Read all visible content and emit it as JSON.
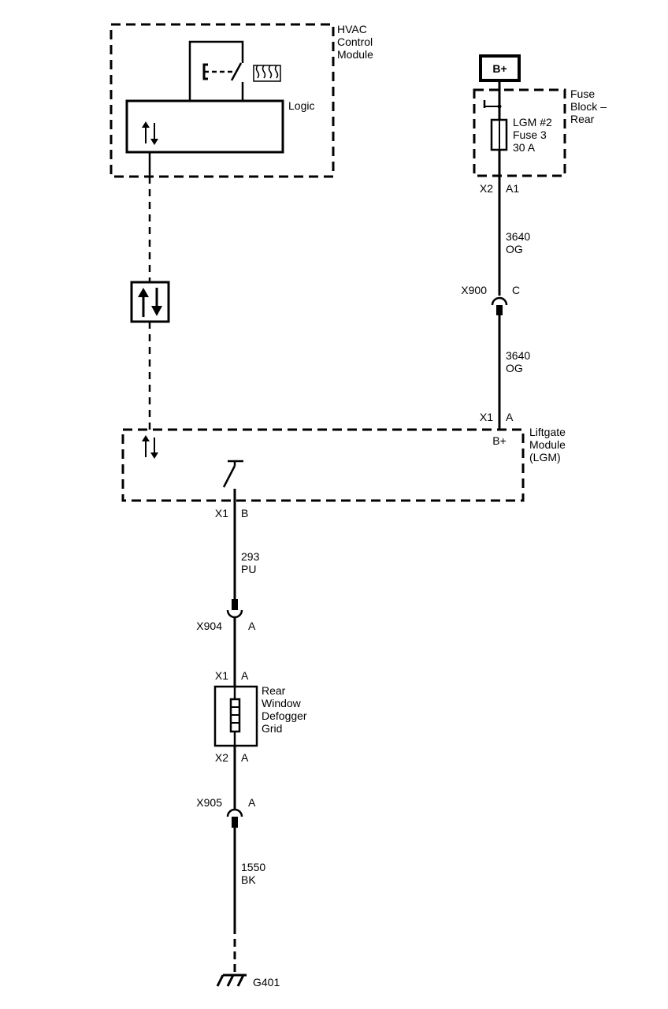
{
  "hvac_module": {
    "line1": "HVAC",
    "line2": "Control",
    "line3": "Module",
    "logic_label": "Logic"
  },
  "power": {
    "label": "B+"
  },
  "fuse_block": {
    "line1": "Fuse",
    "line2": "Block –",
    "line3": "Rear",
    "fuse_line1": "LGM #2",
    "fuse_line2": "Fuse 3",
    "fuse_line3": "30 A",
    "connector": "X2",
    "pin": "A1"
  },
  "wire_3640_upper": {
    "circuit": "3640",
    "color": "OG"
  },
  "connector_x900": {
    "name": "X900",
    "pin": "C"
  },
  "wire_3640_lower": {
    "circuit": "3640",
    "color": "OG"
  },
  "liftgate_module": {
    "line1": "Liftgate",
    "line2": "Module",
    "line3": "(LGM)",
    "power_connector": "X1",
    "power_pin": "A",
    "power_label": "B+",
    "output_connector": "X1",
    "output_pin": "B"
  },
  "wire_293": {
    "circuit": "293",
    "color": "PU"
  },
  "connector_x904": {
    "name": "X904",
    "pin": "A"
  },
  "defogger": {
    "line1": "Rear",
    "line2": "Window",
    "line3": "Defogger",
    "line4": "Grid",
    "top_connector": "X1",
    "top_pin": "A",
    "bottom_connector": "X2",
    "bottom_pin": "A"
  },
  "connector_x905": {
    "name": "X905",
    "pin": "A"
  },
  "wire_1550": {
    "circuit": "1550",
    "color": "BK"
  },
  "ground": {
    "name": "G401"
  }
}
